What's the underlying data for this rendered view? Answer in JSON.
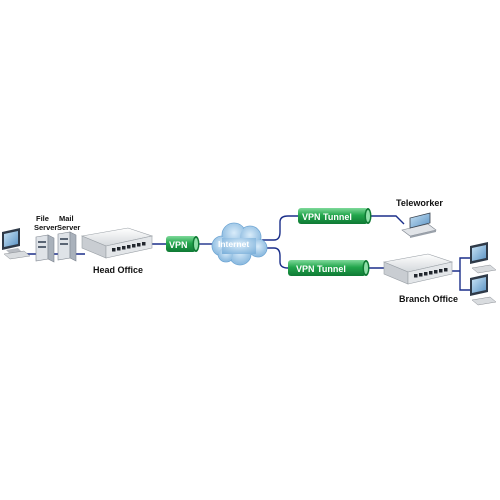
{
  "labels": {
    "file_server": [
      "File",
      "Server"
    ],
    "mail_server": [
      "Mail",
      "Server"
    ],
    "head_office": "Head Office",
    "branch_office": "Branch Office",
    "teleworker": "Teleworker"
  },
  "links": {
    "vpn": "VPN",
    "internet": "Internet",
    "vpn_tunnel_top": "VPN Tunnel",
    "vpn_tunnel_bottom": "VPN Tunnel"
  },
  "colors": {
    "line": "#1b2f8a",
    "tube_green": "#1fa84a",
    "cloud_blue": "#9fc7e6",
    "router_body": "#eceef0"
  }
}
